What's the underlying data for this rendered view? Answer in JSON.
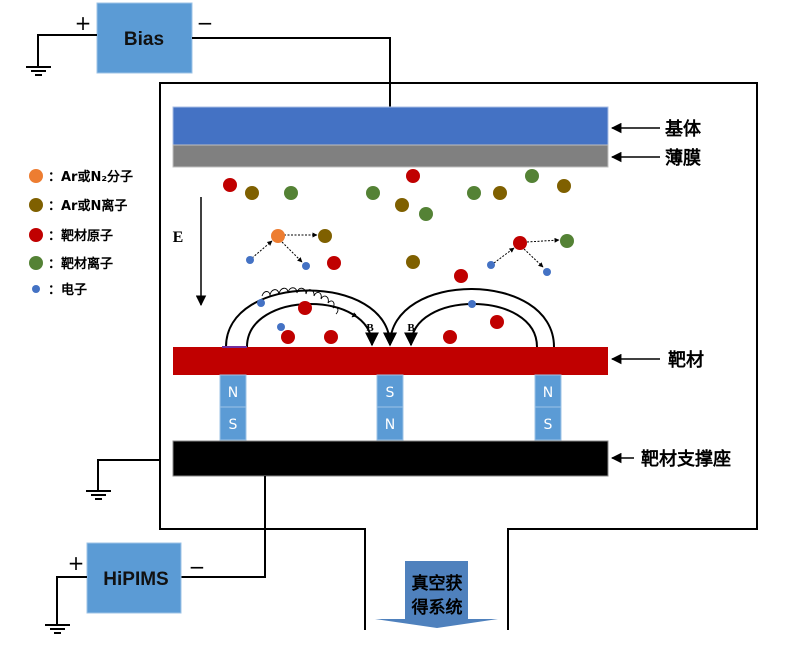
{
  "power_supplies": {
    "bias": {
      "label": "Bias",
      "plus": "+",
      "minus": "−"
    },
    "hipims": {
      "label": "HiPIMS",
      "plus": "+",
      "minus": "−"
    }
  },
  "component_labels": {
    "substrate": "基体",
    "film": "薄膜",
    "target": "靶材",
    "target_holder": "靶材支撑座",
    "vacuum_line1": "真空获",
    "vacuum_line2": "得系统"
  },
  "field_labels": {
    "electric": "E",
    "magnetic_left": "B",
    "magnetic_right": "B"
  },
  "magnets": [
    {
      "top": "N",
      "bottom": "S"
    },
    {
      "top": "S",
      "bottom": "N"
    },
    {
      "top": "N",
      "bottom": "S"
    }
  ],
  "legend": [
    {
      "label": "Ar或N₂分子",
      "color": "#ED7D31",
      "kind": "gas-molecule"
    },
    {
      "label": "Ar或N离子",
      "color": "#7F6000",
      "kind": "gas-ion"
    },
    {
      "label": "靶材原子",
      "color": "#C00000",
      "kind": "target-atom"
    },
    {
      "label": "靶材离子",
      "color": "#548235",
      "kind": "target-ion"
    },
    {
      "label": "电子",
      "color": "#4472C4",
      "kind": "electron"
    }
  ],
  "legend_separator": "：",
  "colors": {
    "substrate": "#4472C4",
    "film": "#808080",
    "target": "#C00000",
    "holder": "#000000",
    "magnet": "#5B9BD5",
    "supply_box": "#5B9BD5",
    "pump_arrow": "#4F81BD"
  }
}
